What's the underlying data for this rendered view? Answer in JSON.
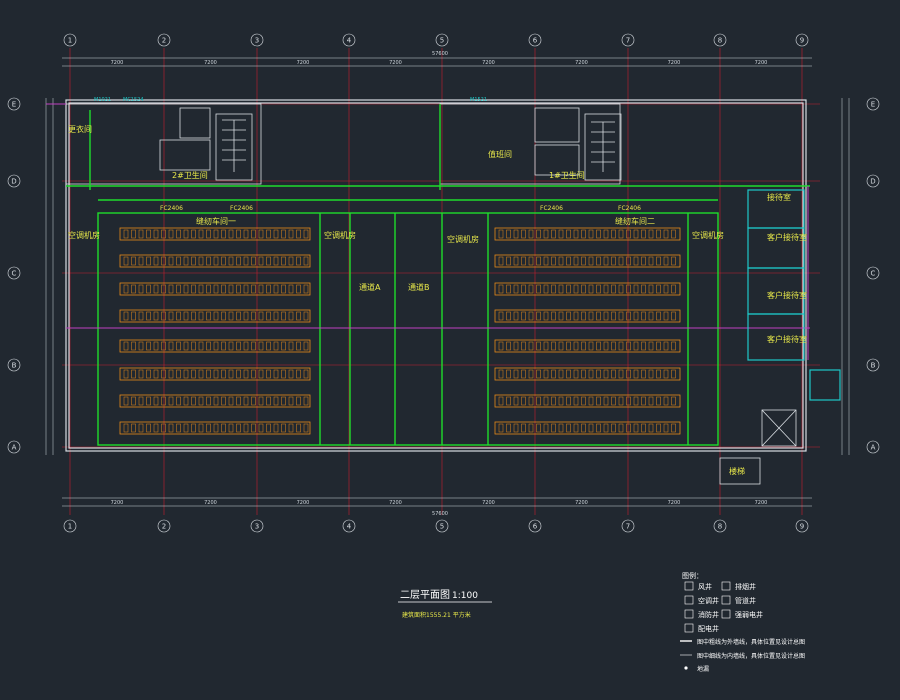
{
  "title": "二层平面图",
  "scale": "1:100",
  "subtitle": "建筑面积1555.21 平方米",
  "axes": {
    "columns": [
      "1",
      "2",
      "3",
      "4",
      "5",
      "6",
      "7",
      "8",
      "9"
    ],
    "rows": [
      "E",
      "D",
      "C",
      "B",
      "A"
    ]
  },
  "dimensions": {
    "top": [
      "7200",
      "7200",
      "7200",
      "7200",
      "7200",
      "7200",
      "7200",
      "7200"
    ],
    "bottom": [
      "7200",
      "7200",
      "7200",
      "7200",
      "7200",
      "7200",
      "7200",
      "7200"
    ],
    "total": "57600"
  },
  "rooms": {
    "locker": "更衣间",
    "toilet_left": "2#卫生间",
    "toilet_right": "1#卫生间",
    "workshop_1": "缝纫车间一",
    "workshop_2": "缝纫车间二",
    "aisle_a": "通道A",
    "aisle_b": "通道B",
    "duty": "值班间",
    "ac_room_1": "空调机房",
    "ac_room_2": "空调机房",
    "ac_room_3": "空调机房",
    "ac_room_4": "空调机房",
    "reception": "接待室",
    "client_1": "客户接待室",
    "client_2": "客户接待室",
    "client_3": "客户接待室",
    "stair": "楼梯"
  },
  "door_tags": [
    "M1021",
    "MC1524",
    "M1521",
    "FC2406",
    "FC2406",
    "FC2406",
    "FC2406"
  ],
  "legend": {
    "heading": "图例：",
    "items": [
      "风井",
      "排烟井",
      "空调井",
      "管道井",
      "消防井",
      "强弱电井",
      "配电井"
    ],
    "note_1": "图中粗线为外墙线，具体位置见设计总图",
    "note_2": "图中细线为内墙线，具体位置见设计总图",
    "note_3": "地漏"
  },
  "colors": {
    "background": "#212830",
    "wall": "#1fdc2c",
    "axis": "#c81e2e",
    "furniture": "#e88a1a",
    "annotation": "#e8e84a",
    "partition": "#c040c0",
    "glazing": "#1ec8c8",
    "line": "#d8dde2"
  }
}
